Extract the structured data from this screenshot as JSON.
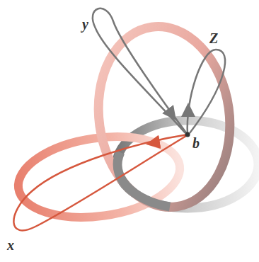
{
  "diagram": {
    "labels": [
      "y",
      "Z",
      "b",
      "x"
    ]
  }
}
